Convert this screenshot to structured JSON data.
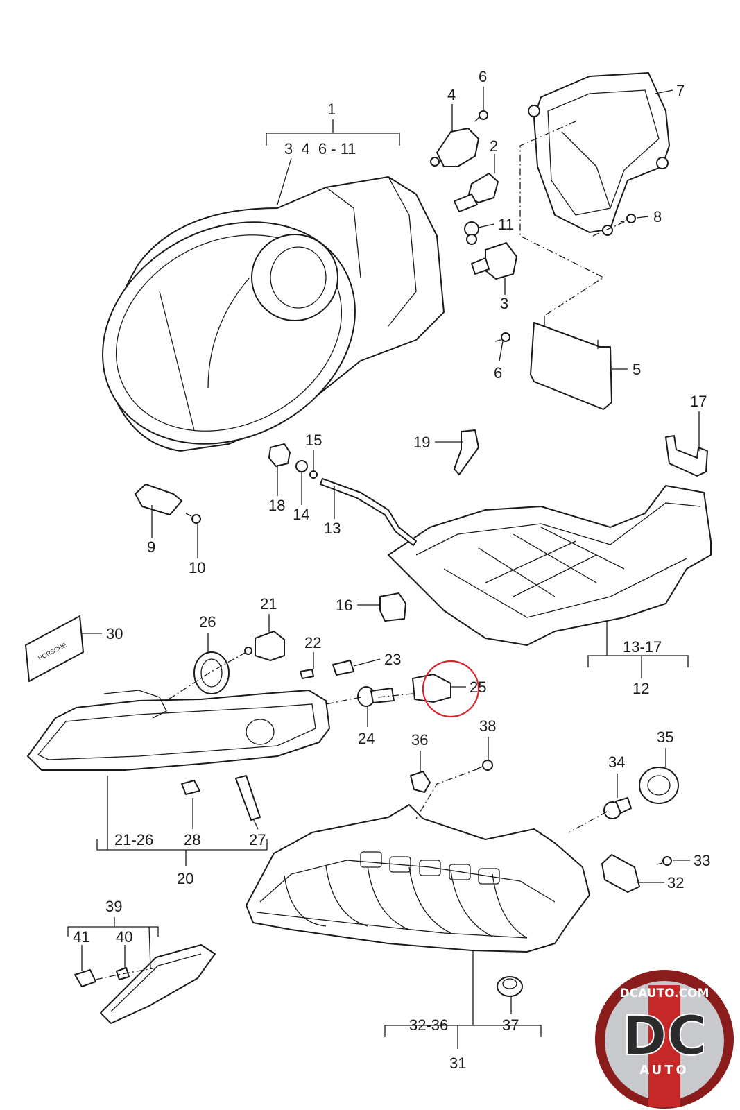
{
  "diagram": {
    "callouts": [
      {
        "id": "c1",
        "text": "1"
      },
      {
        "id": "c1r",
        "text": "3  4  6 - 11"
      },
      {
        "id": "c2",
        "text": "2"
      },
      {
        "id": "c3",
        "text": "3"
      },
      {
        "id": "c4",
        "text": "4"
      },
      {
        "id": "c5",
        "text": "5"
      },
      {
        "id": "c6a",
        "text": "6"
      },
      {
        "id": "c6b",
        "text": "6"
      },
      {
        "id": "c7",
        "text": "7"
      },
      {
        "id": "c8",
        "text": "8"
      },
      {
        "id": "c9",
        "text": "9"
      },
      {
        "id": "c10",
        "text": "10"
      },
      {
        "id": "c11",
        "text": "11"
      },
      {
        "id": "c12",
        "text": "12"
      },
      {
        "id": "c12r",
        "text": "13-17"
      },
      {
        "id": "c13",
        "text": "13"
      },
      {
        "id": "c14",
        "text": "14"
      },
      {
        "id": "c15",
        "text": "15"
      },
      {
        "id": "c16",
        "text": "16"
      },
      {
        "id": "c17",
        "text": "17"
      },
      {
        "id": "c18",
        "text": "18"
      },
      {
        "id": "c19",
        "text": "19"
      },
      {
        "id": "c20",
        "text": "20"
      },
      {
        "id": "c20r",
        "text": "21-26"
      },
      {
        "id": "c21",
        "text": "21"
      },
      {
        "id": "c22",
        "text": "22"
      },
      {
        "id": "c23",
        "text": "23"
      },
      {
        "id": "c24",
        "text": "24"
      },
      {
        "id": "c25",
        "text": "25"
      },
      {
        "id": "c26",
        "text": "26"
      },
      {
        "id": "c27",
        "text": "27"
      },
      {
        "id": "c28",
        "text": "28"
      },
      {
        "id": "c30",
        "text": "30"
      },
      {
        "id": "c31",
        "text": "31"
      },
      {
        "id": "c31r",
        "text": "32-36"
      },
      {
        "id": "c32",
        "text": "32"
      },
      {
        "id": "c33",
        "text": "33"
      },
      {
        "id": "c34",
        "text": "34"
      },
      {
        "id": "c35",
        "text": "35"
      },
      {
        "id": "c36",
        "text": "36"
      },
      {
        "id": "c37",
        "text": "37"
      },
      {
        "id": "c38",
        "text": "38"
      },
      {
        "id": "c39",
        "text": "39"
      },
      {
        "id": "c40",
        "text": "40"
      },
      {
        "id": "c41",
        "text": "41"
      }
    ],
    "label_card_text": "PORSCHE",
    "highlight_color": "#d9232d"
  },
  "watermark": {
    "url_text": "DCAUTO.COM",
    "letters": "DC",
    "sub_text": "AUTO",
    "colors": {
      "ring": "#8b1c1c",
      "field": "#c7c9cc",
      "accent": "#c62828"
    }
  }
}
